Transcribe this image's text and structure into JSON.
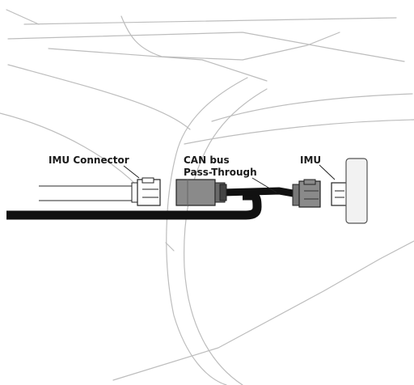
{
  "labels": {
    "imu_connector": "IMU Connector",
    "can_bus_line1": "CAN bus",
    "can_bus_line2": "Pass-Through",
    "imu": "IMU"
  },
  "colors": {
    "outline": "#bdbdbd",
    "cable": "#111111",
    "connector_light": "#ffffff",
    "connector_dark": "#8a8a8a",
    "module_fill": "#f2f2f2"
  }
}
